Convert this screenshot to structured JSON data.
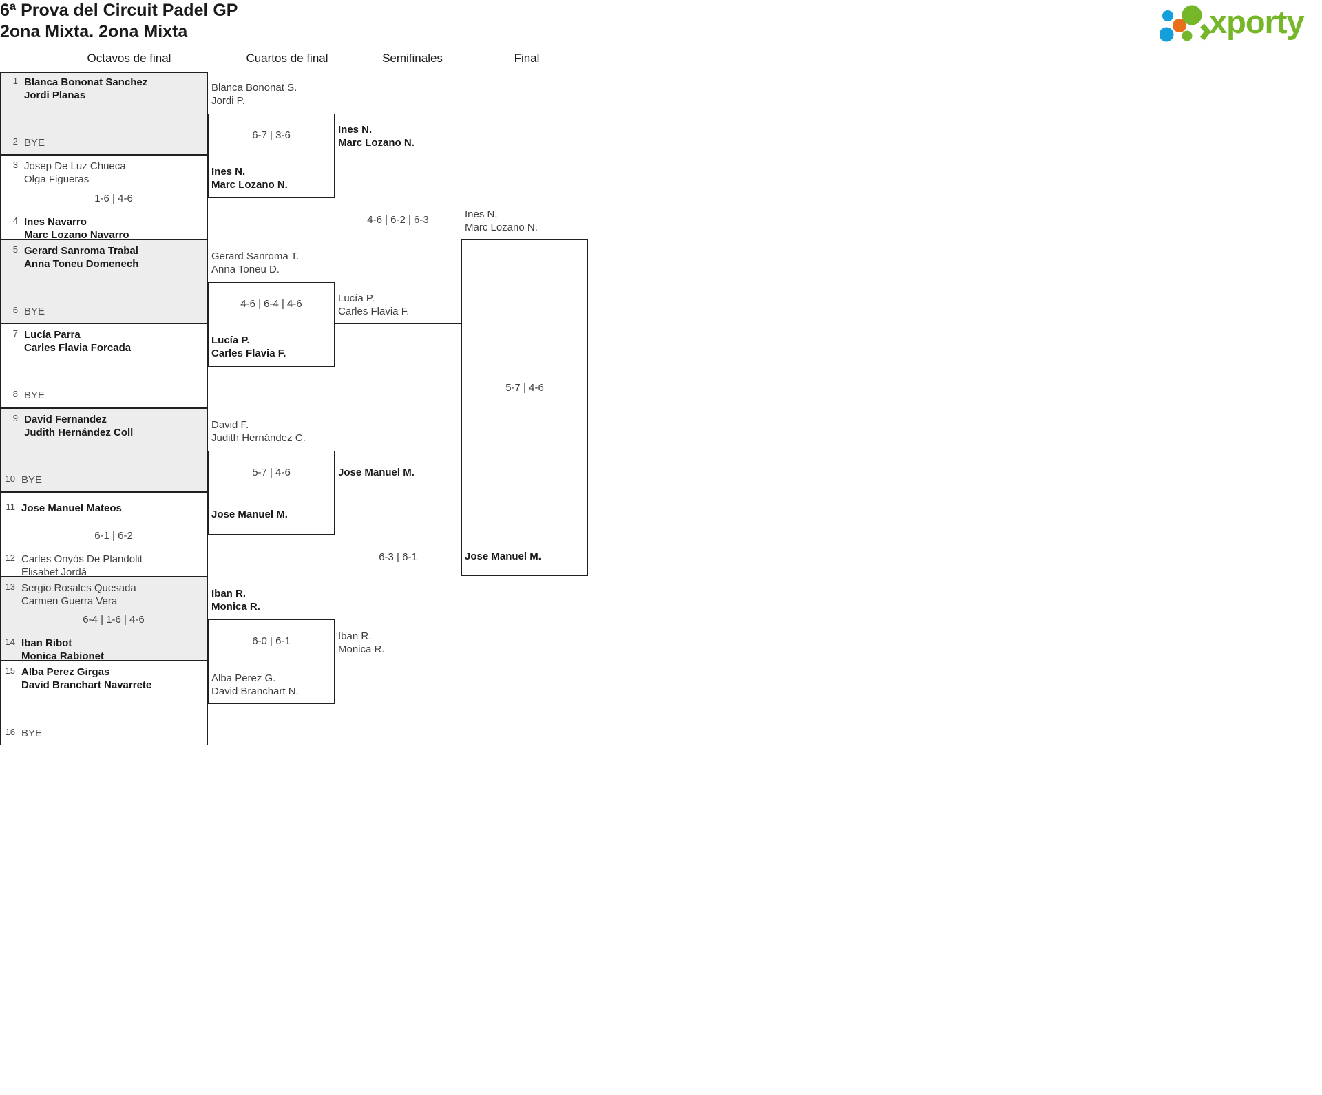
{
  "header": {
    "title_line1": "6ª Prova del Circuit Padel GP",
    "title_line2": "2ona Mixta. 2ona Mixta",
    "logo_word": "xporty",
    "logo_colors": {
      "green": "#76b729",
      "blue": "#159fda",
      "orange": "#e8701a"
    }
  },
  "rounds": [
    {
      "label": "Octavos de final"
    },
    {
      "label": "Cuartos de final"
    },
    {
      "label": "Semifinales"
    },
    {
      "label": "Final"
    }
  ],
  "seeds": [
    {
      "num": "1",
      "names": [
        "Blanca Bononat Sanchez",
        "Jordi Planas"
      ],
      "winner": true,
      "bye": false
    },
    {
      "num": "2",
      "names": [
        "BYE"
      ],
      "winner": false,
      "bye": true
    },
    {
      "num": "3",
      "names": [
        "Josep De Luz Chueca",
        "Olga Figueras"
      ],
      "winner": false,
      "bye": false
    },
    {
      "num": "4",
      "names": [
        "Ines Navarro",
        "Marc Lozano Navarro"
      ],
      "winner": true,
      "bye": false
    },
    {
      "num": "5",
      "names": [
        "Gerard Sanroma Trabal",
        "Anna Toneu Domenech"
      ],
      "winner": true,
      "bye": false
    },
    {
      "num": "6",
      "names": [
        "BYE"
      ],
      "winner": false,
      "bye": true
    },
    {
      "num": "7",
      "names": [
        "Lucía Parra",
        "Carles Flavia Forcada"
      ],
      "winner": true,
      "bye": false
    },
    {
      "num": "8",
      "names": [
        "BYE"
      ],
      "winner": false,
      "bye": true
    },
    {
      "num": "9",
      "names": [
        "David Fernandez",
        "Judith Hernández Coll"
      ],
      "winner": true,
      "bye": false
    },
    {
      "num": "10",
      "names": [
        "BYE"
      ],
      "winner": false,
      "bye": true
    },
    {
      "num": "11",
      "names": [
        "Jose Manuel Mateos"
      ],
      "winner": true,
      "bye": false
    },
    {
      "num": "12",
      "names": [
        "Carles Onyós De Plandolit",
        "Elisabet Jordà"
      ],
      "winner": false,
      "bye": false
    },
    {
      "num": "13",
      "names": [
        "Sergio Rosales Quesada",
        "Carmen Guerra Vera"
      ],
      "winner": false,
      "bye": false
    },
    {
      "num": "14",
      "names": [
        "Iban Ribot",
        "Monica Rabionet"
      ],
      "winner": true,
      "bye": false
    },
    {
      "num": "15",
      "names": [
        "Alba Perez Girgas",
        "David Branchart Navarrete"
      ],
      "winner": true,
      "bye": false
    },
    {
      "num": "16",
      "names": [
        "BYE"
      ],
      "winner": false,
      "bye": true
    }
  ],
  "round1_scores": [
    "",
    "1-6 | 4-6",
    "",
    "",
    "",
    "6-1 | 6-2",
    "6-4 | 1-6 | 4-6",
    ""
  ],
  "quarterfinals": [
    {
      "top": {
        "names": [
          "Blanca Bononat S.",
          "Jordi P."
        ],
        "winner": false
      },
      "bottom": {
        "names": [
          "Ines N.",
          "Marc Lozano N."
        ],
        "winner": true
      },
      "score": "6-7 | 3-6"
    },
    {
      "top": {
        "names": [
          "Gerard Sanroma T.",
          "Anna Toneu D."
        ],
        "winner": false
      },
      "bottom": {
        "names": [
          "Lucía P.",
          "Carles Flavia F."
        ],
        "winner": true
      },
      "score": "4-6 | 6-4 | 4-6"
    },
    {
      "top": {
        "names": [
          "David F.",
          "Judith Hernández C."
        ],
        "winner": false
      },
      "bottom": {
        "names": [
          "Jose Manuel M."
        ],
        "winner": true
      },
      "score": "5-7 | 4-6"
    },
    {
      "top": {
        "names": [
          "Iban R.",
          "Monica R."
        ],
        "winner": true
      },
      "bottom": {
        "names": [
          "Alba Perez G.",
          "David Branchart N."
        ],
        "winner": false
      },
      "score": "6-0 | 6-1"
    }
  ],
  "semifinals": [
    {
      "top": {
        "names": [
          "Ines N.",
          "Marc Lozano N."
        ],
        "winner": true
      },
      "bottom": {
        "names": [
          "Lucía P.",
          "Carles Flavia F."
        ],
        "winner": false
      },
      "score": "4-6 | 6-2 | 6-3"
    },
    {
      "top": {
        "names": [
          "Jose Manuel M."
        ],
        "winner": true
      },
      "bottom": {
        "names": [
          "Iban R.",
          "Monica R."
        ],
        "winner": false
      },
      "score": "6-3 | 6-1"
    }
  ],
  "final": {
    "top": {
      "names": [
        "Ines N.",
        "Marc Lozano N."
      ],
      "winner": false
    },
    "bottom": {
      "names": [
        "Jose Manuel M."
      ],
      "winner": true
    },
    "score": "5-7 | 4-6"
  }
}
